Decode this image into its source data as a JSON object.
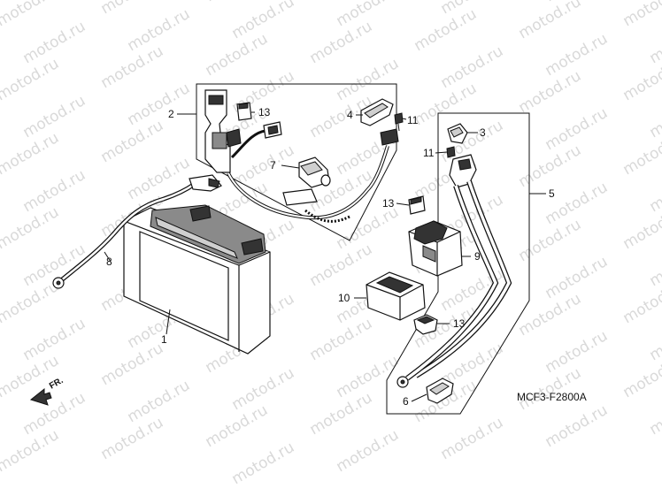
{
  "watermark": "motod.ru",
  "diagram_code": "MCF3-F2800A",
  "direction_label": "FR.",
  "callouts": {
    "p1": "1",
    "p2": "2",
    "p3": "3",
    "p4": "4",
    "p5": "5",
    "p6": "6",
    "p7": "7",
    "p8": "8",
    "p9": "9",
    "p10": "10",
    "p11a": "11",
    "p11b": "11",
    "p13a": "13",
    "p13b": "13",
    "p13c": "13"
  }
}
